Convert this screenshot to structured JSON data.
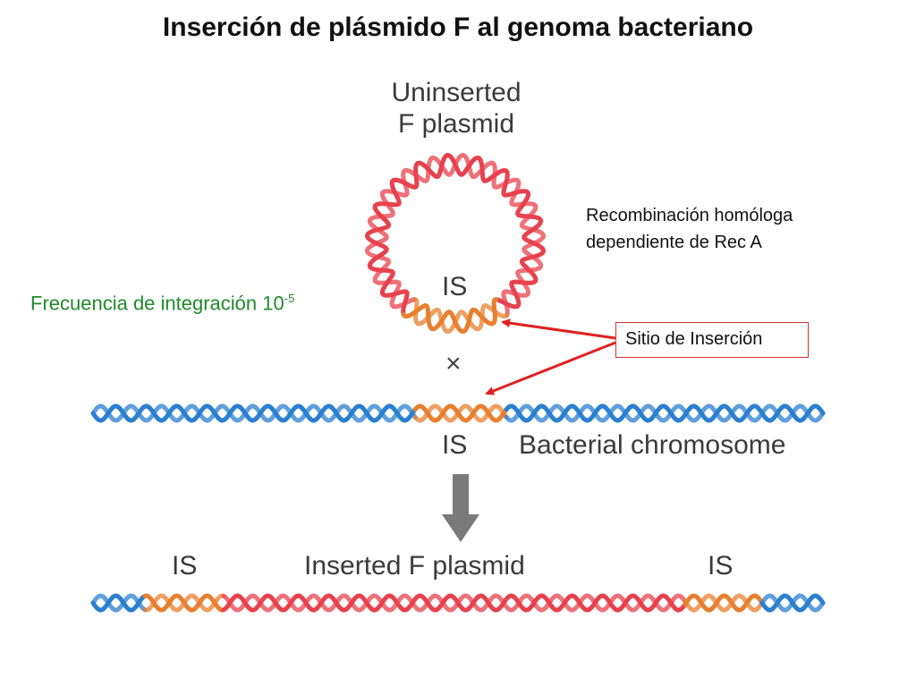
{
  "title": "Inserción de plásmido F al genoma bacteriano",
  "plasmid_label_line1": "Uninserted",
  "plasmid_label_line2": "F plasmid",
  "plasmid_is_label": "IS",
  "recombination_line1": "Recombinación homóloga",
  "recombination_line2": "dependiente de Rec A",
  "frequency_text": "Frecuencia de integración 10",
  "frequency_exponent": "-5",
  "insertion_site_label": "Sitio de Inserción",
  "cross_symbol": "×",
  "chromosome_is_label": "IS",
  "chromosome_label": "Bacterial chromosome",
  "inserted_left_is_label": "IS",
  "inserted_label": "Inserted F plasmid",
  "inserted_right_is_label": "IS",
  "colors": {
    "plasmid": "#e8414e",
    "insertion_sequence": "#e87f2e",
    "chromosome": "#2a7fd0",
    "arrow_red": "#e02020",
    "process_arrow": "#7a7a7a",
    "frequency_green": "#1f8a2b"
  }
}
